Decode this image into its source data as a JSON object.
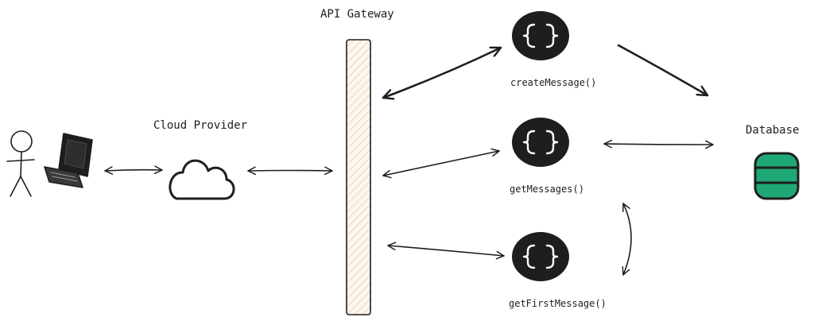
{
  "labels": {
    "api_gateway": "API Gateway",
    "cloud_provider": "Cloud Provider",
    "database": "Database",
    "fn_create": "createMessage()",
    "fn_get": "getMessages()",
    "fn_first": "getFirstMessage()"
  },
  "icons": {
    "user": "stick-figure-icon",
    "computer": "computer-icon",
    "cloud": "cloud-icon",
    "function": "curly-braces-icon",
    "database": "database-icon"
  },
  "colors": {
    "ink": "#1e1e1e",
    "database": "#1fa876",
    "gateway_hatch": "#e8c89a"
  }
}
